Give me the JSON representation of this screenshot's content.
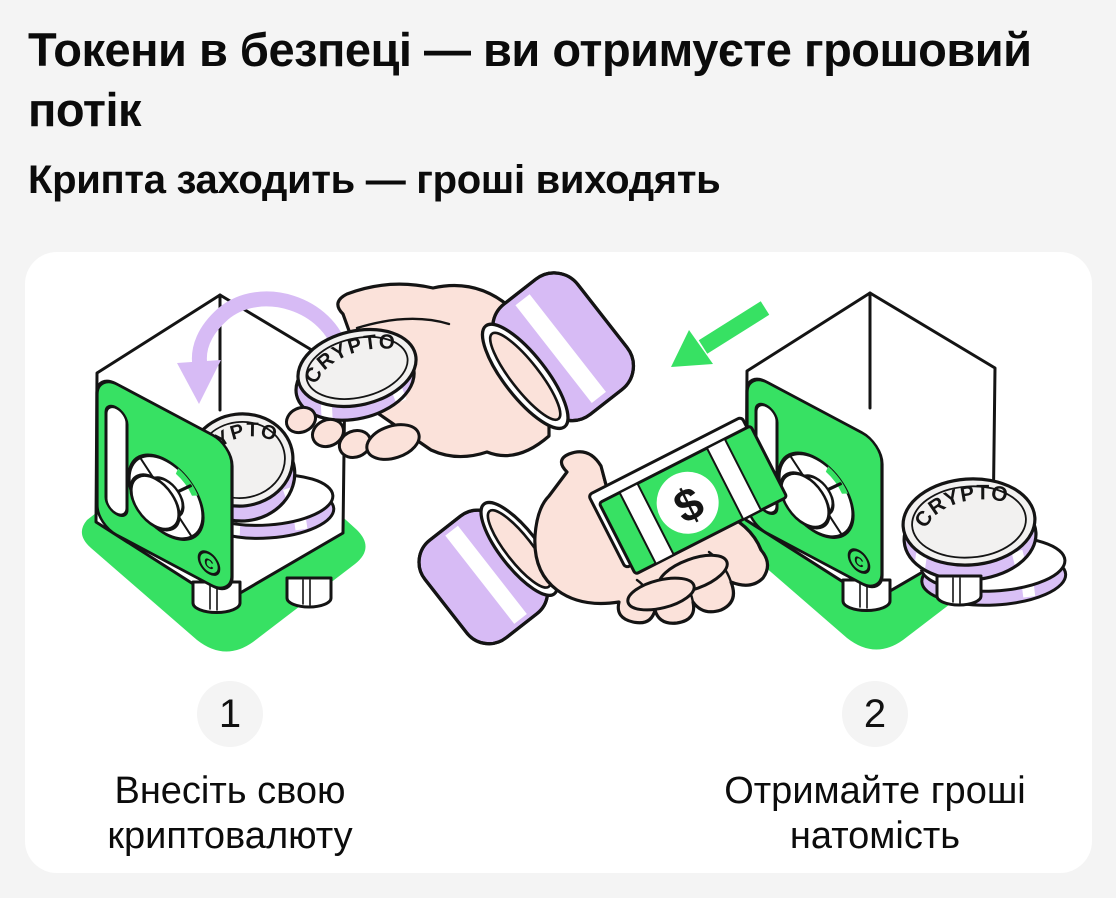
{
  "header": {
    "title_line1": "Токени в безпеці — ви отримуєте грошовий",
    "title_line2": "потік",
    "subtitle": "Крипта заходить — гроші виходять"
  },
  "illustration": {
    "coin_label": "CRYPTO",
    "money_symbol": "$",
    "safe_logo": "C",
    "colors": {
      "green": "#37E163",
      "purple": "#D7BBF5",
      "coin_rim_purple": "#D9C0F6",
      "skin": "#FBE2DA",
      "outline": "#141414",
      "coin_face": "#F2F1F0",
      "page_background": "#F4F4F4",
      "card_background": "#FFFFFF"
    }
  },
  "steps": [
    {
      "number": "1",
      "label_line1": "Внесіть свою",
      "label_line2": "криптовалюту"
    },
    {
      "number": "2",
      "label_line1": "Отримайте гроші",
      "label_line2": "натомість"
    }
  ]
}
